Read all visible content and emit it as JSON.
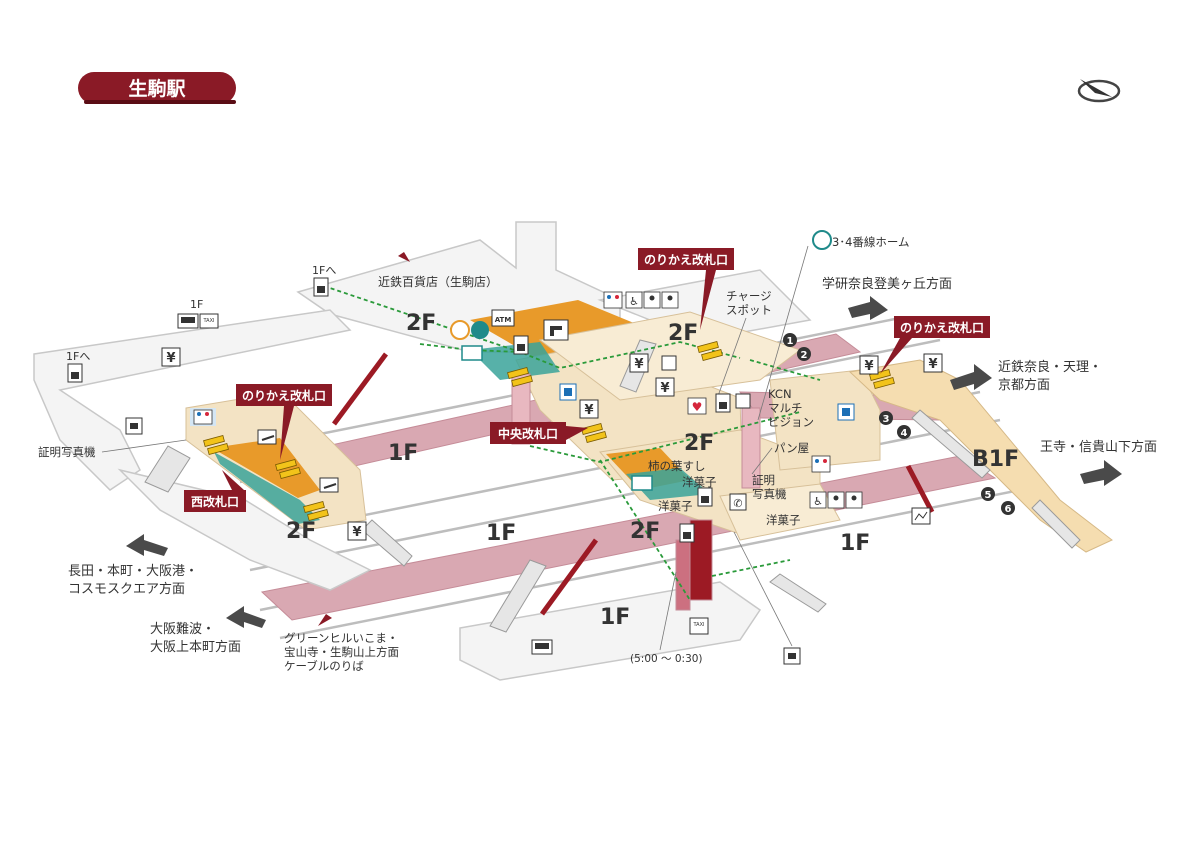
{
  "station_title": "生駒駅",
  "colors": {
    "title_bg": "#8a1a26",
    "gate_label_bg": "#8a1a26",
    "track": "#d9a8b2",
    "concourse": "#f3e3c4",
    "concourse_dark": "#e89a2a",
    "platform": "#f2f2f2",
    "wall": "#c8c8c8",
    "route": "#2a9a3a",
    "escalator": "#9c1a24",
    "arrow": "#4a4a4a",
    "b1_floor": "#f5ddb0",
    "toilet_bg": "#d4e6f4"
  },
  "floors": {
    "f2_left": "2F",
    "f2_center": "2F",
    "f2_upper": "2F",
    "f2_mid": "2F",
    "f2_lower": "2F",
    "f1_left": "1F",
    "f1_mid": "1F",
    "f1_right": "1F",
    "f1_bottom": "1F",
    "b1": "B1F"
  },
  "gates": {
    "norikae_top": "のりかえ改札口",
    "norikae_right": "のりかえ改札口",
    "norikae_left": "のりかえ改札口",
    "central": "中央改札口",
    "west": "西改札口"
  },
  "directions": {
    "gakken": "学研奈良登美ヶ丘方面",
    "kintetsu_nara": [
      "近鉄奈良・天理・",
      "京都方面"
    ],
    "ouji": "王寺・信貴山下方面",
    "nagata": [
      "長田・本町・大阪港・",
      "コスモスクエア方面"
    ],
    "osaka_namba": [
      "大阪難波・",
      "大阪上本町方面"
    ],
    "cable": [
      "グリーンヒルいこま・",
      "宝山寺・生駒山上方面",
      "ケーブルのりば"
    ],
    "depart_store": "近鉄百貨店（生駒店）"
  },
  "labels": {
    "to_1f_top": "1Fへ",
    "to_1f_left": "1Fへ",
    "bus_taxi_1f": "1F",
    "photo_left": "証明写真機",
    "platform_34": "3･4番線ホーム",
    "charge_spot": [
      "チャージ",
      "スポット"
    ],
    "kcn": [
      "KCN",
      "マルチ",
      "ビジョン"
    ],
    "bakery": "パン屋",
    "photo_right": [
      "証明",
      "写真機"
    ],
    "kakinoha": "柿の葉すし",
    "yogashi_1": "洋菓子",
    "yogashi_2": "洋菓子",
    "yogashi_3": "洋菓子",
    "elevator_hours": "(5:00 ～ 0:30)",
    "atm": "ATM",
    "taxi": "TAXI"
  },
  "tracks": [
    "1",
    "2",
    "3",
    "4",
    "5",
    "6"
  ]
}
